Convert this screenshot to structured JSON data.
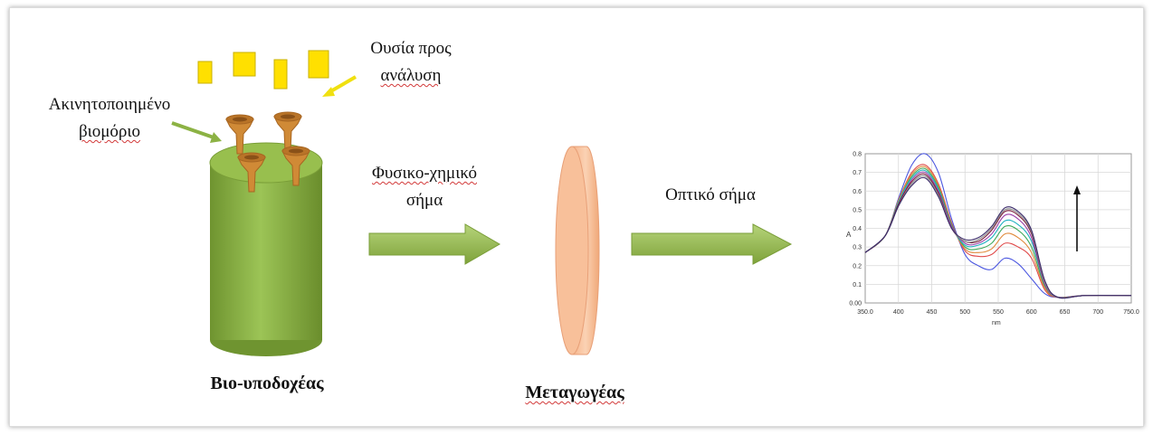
{
  "labels": {
    "analyte_line1": "Ουσία προς",
    "analyte_line2": "ανάλυση",
    "immobilized_line1": "Ακινητοποιημένο",
    "immobilized_line2": "βιομόριο",
    "physchem_line1": "Φυσικο-χημικό",
    "physchem_line2": "σήμα",
    "optical_signal": "Οπτικό σήμα",
    "bioreceptor": "Βιο-υποδοχέας",
    "transducer": "Μεταγωγέας"
  },
  "colors": {
    "cylinder": "#8cb244",
    "cylinder_top": "#98bf4e",
    "analyte": "#ffe000",
    "biomolecule": "#d08a36",
    "transducer_disc": "#f8c09a",
    "arrow": "#8cb244",
    "pointer_yellow": "#f0e010"
  },
  "chart_data": {
    "type": "line",
    "x_ticks": [
      "350.0",
      "400",
      "450",
      "500",
      "550",
      "600",
      "650",
      "700",
      "750.0"
    ],
    "y_ticks": [
      "0.00",
      "0.1",
      "0.2",
      "0.3",
      "0.4",
      "0.5",
      "0.6",
      "0.7",
      "0.8"
    ],
    "ylabel": "A",
    "xlabel": "nm",
    "xlim": [
      350,
      750
    ],
    "ylim": [
      0,
      0.8
    ],
    "grid": true,
    "x": [
      350,
      380,
      400,
      420,
      440,
      460,
      480,
      500,
      520,
      540,
      560,
      580,
      600,
      620,
      640,
      680,
      750
    ],
    "series": [
      {
        "color": "#4a56e0",
        "values": [
          0.27,
          0.36,
          0.56,
          0.74,
          0.8,
          0.7,
          0.45,
          0.26,
          0.2,
          0.18,
          0.24,
          0.21,
          0.13,
          0.05,
          0.03,
          0.04,
          0.04
        ]
      },
      {
        "color": "#e04a4a",
        "values": [
          0.27,
          0.36,
          0.55,
          0.7,
          0.74,
          0.64,
          0.43,
          0.28,
          0.25,
          0.26,
          0.32,
          0.3,
          0.24,
          0.07,
          0.03,
          0.04,
          0.04
        ]
      },
      {
        "color": "#e08a3c",
        "values": [
          0.27,
          0.36,
          0.55,
          0.69,
          0.73,
          0.63,
          0.42,
          0.29,
          0.27,
          0.29,
          0.37,
          0.35,
          0.27,
          0.08,
          0.03,
          0.04,
          0.04
        ]
      },
      {
        "color": "#3ea85a",
        "values": [
          0.27,
          0.36,
          0.54,
          0.68,
          0.72,
          0.62,
          0.42,
          0.3,
          0.29,
          0.32,
          0.41,
          0.39,
          0.3,
          0.09,
          0.03,
          0.04,
          0.04
        ]
      },
      {
        "color": "#20b0c0",
        "values": [
          0.27,
          0.36,
          0.54,
          0.67,
          0.71,
          0.61,
          0.41,
          0.31,
          0.31,
          0.35,
          0.44,
          0.42,
          0.33,
          0.1,
          0.03,
          0.04,
          0.04
        ]
      },
      {
        "color": "#9a3ea8",
        "values": [
          0.27,
          0.36,
          0.53,
          0.66,
          0.7,
          0.6,
          0.41,
          0.32,
          0.32,
          0.37,
          0.47,
          0.45,
          0.35,
          0.1,
          0.03,
          0.04,
          0.04
        ]
      },
      {
        "color": "#7a1e3a",
        "values": [
          0.27,
          0.36,
          0.53,
          0.65,
          0.69,
          0.59,
          0.4,
          0.33,
          0.33,
          0.39,
          0.49,
          0.47,
          0.37,
          0.11,
          0.03,
          0.04,
          0.04
        ]
      },
      {
        "color": "#8a8a8a",
        "values": [
          0.27,
          0.36,
          0.52,
          0.64,
          0.68,
          0.58,
          0.4,
          0.33,
          0.34,
          0.4,
          0.5,
          0.48,
          0.38,
          0.11,
          0.03,
          0.04,
          0.04
        ]
      },
      {
        "color": "#3a2a6a",
        "values": [
          0.27,
          0.36,
          0.52,
          0.63,
          0.67,
          0.57,
          0.4,
          0.34,
          0.35,
          0.41,
          0.51,
          0.49,
          0.39,
          0.12,
          0.03,
          0.04,
          0.04
        ]
      }
    ],
    "annotation": "arrow-up"
  }
}
